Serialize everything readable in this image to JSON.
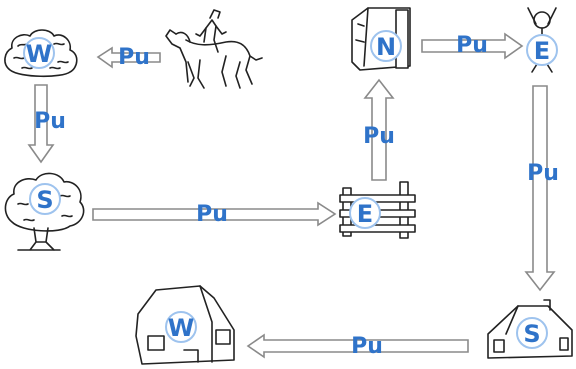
{
  "nodes": {
    "horse": {
      "icon": "horse-rider-icon"
    },
    "bush": {
      "icon": "bush-icon",
      "letter": "W"
    },
    "tree": {
      "icon": "tree-icon",
      "letter": "S"
    },
    "fence": {
      "icon": "fence-icon",
      "letter": "E"
    },
    "doghouse": {
      "icon": "doghouse-icon",
      "letter": "N"
    },
    "person": {
      "icon": "person-icon",
      "letter": "E"
    },
    "house": {
      "icon": "house-icon",
      "letter": "S"
    },
    "barn": {
      "icon": "barn-icon",
      "letter": "W"
    }
  },
  "arrows": {
    "horse_to_bush": "Pu",
    "bush_to_tree": "Pu",
    "tree_to_fence": "Pu",
    "fence_to_doghouse": "Pu",
    "doghouse_to_person": "Pu",
    "person_to_house": "Pu",
    "house_to_barn": "Pu"
  },
  "colors": {
    "label": "#2f73c9",
    "circle": "#9ec3ee",
    "arrow": "#8a8a8a",
    "ink": "#222222"
  }
}
